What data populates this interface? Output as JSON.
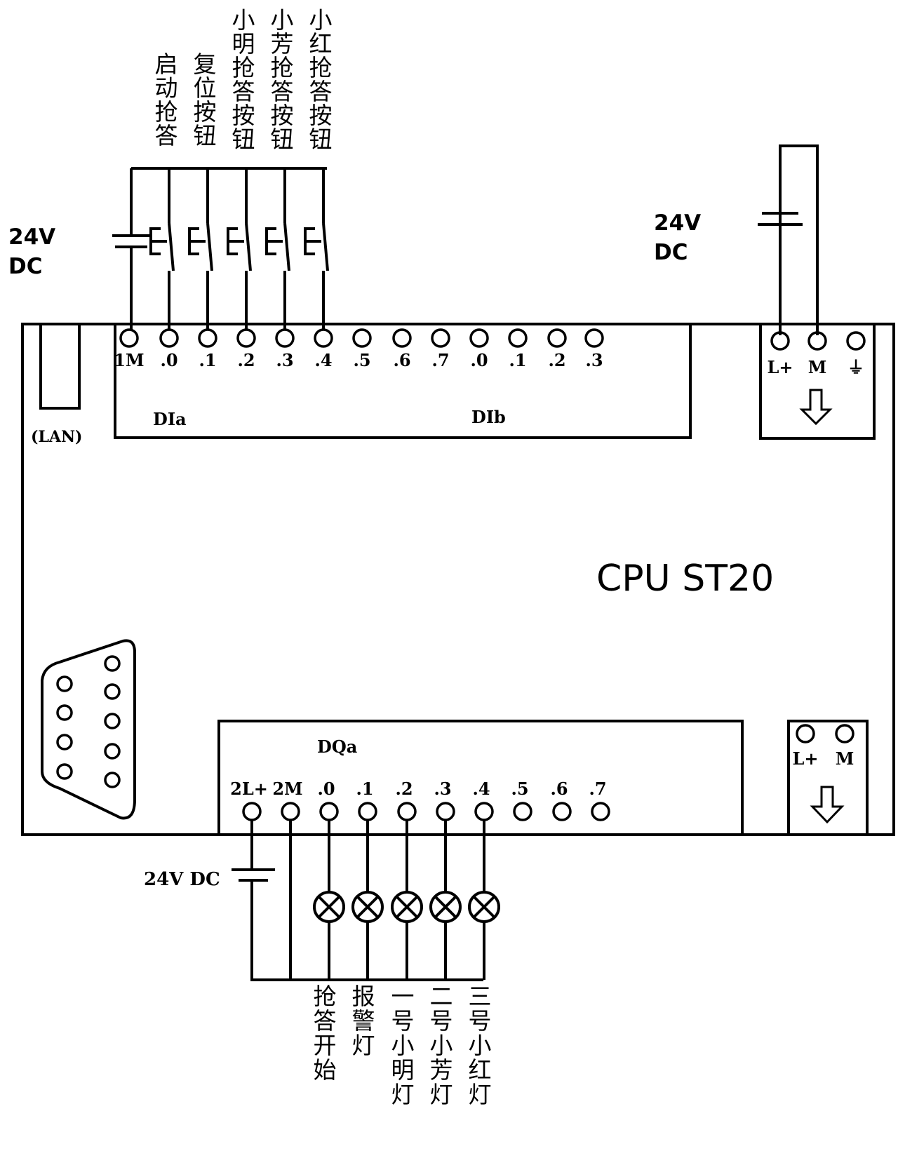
{
  "cpu_label": "CPU  ST20",
  "lan_label": "(LAN)",
  "input_buttons": [
    {
      "label": "启动抢答"
    },
    {
      "label": "复位按钮"
    },
    {
      "label": "小明抢答按钮"
    },
    {
      "label": "小芳抢答按钮"
    },
    {
      "label": "小红抢答按钮"
    }
  ],
  "input_supply": {
    "line1": "24V",
    "line2": "DC"
  },
  "power_supply": {
    "line1": "24V",
    "line2": "DC"
  },
  "output_supply": "24V DC",
  "di_group_a": "DIa",
  "di_group_b": "DIb",
  "di_terminals": [
    "1M",
    ".0",
    ".1",
    ".2",
    ".3",
    ".4",
    ".5",
    ".6",
    ".7",
    ".0",
    ".1",
    ".2",
    ".3"
  ],
  "power_terminals": [
    "L+",
    "M",
    "⏚"
  ],
  "dq_group": "DQa",
  "dq_terminals": [
    "2L+",
    "2M",
    ".0",
    ".1",
    ".2",
    ".3",
    ".4",
    ".5",
    ".6",
    ".7"
  ],
  "sensor_terminals": [
    "L+",
    "M"
  ],
  "output_lamps": [
    {
      "label": "抢答开始"
    },
    {
      "label": "报警灯"
    },
    {
      "label": "一号小明灯"
    },
    {
      "label": "二号小芳灯"
    },
    {
      "label": "三号小红灯"
    }
  ]
}
